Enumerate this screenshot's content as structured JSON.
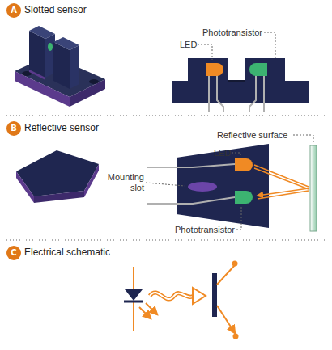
{
  "diagram": {
    "nodes": [
      {
        "text": [
          "A"
        ]
      },
      {
        "text": [
          "B"
        ]
      },
      {
        "text": [
          "C"
        ]
      }
    ],
    "labels": [
      "Slotted sensor",
      "Phototransistor",
      "LED",
      "Reflective sensor",
      "Reflective surface",
      "LED",
      "Mounting slot",
      "Phototransistor",
      "Electrical schematic"
    ]
  }
}
